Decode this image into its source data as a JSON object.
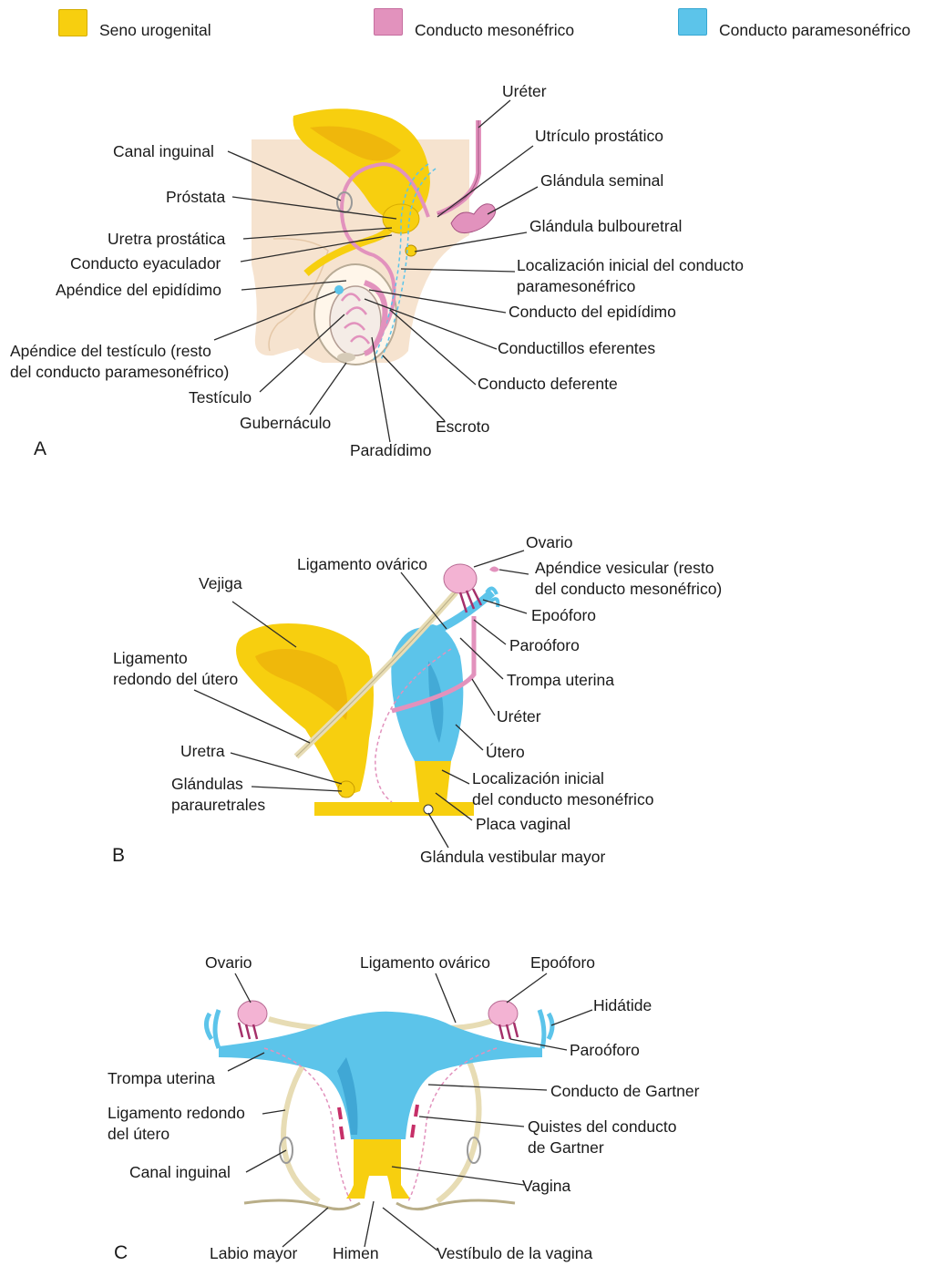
{
  "legend": {
    "items": [
      {
        "label": "Seno urogenital",
        "color": "#f7cf0f"
      },
      {
        "label": "Conducto mesonéfrico",
        "color": "#e292bd"
      },
      {
        "label": "Conducto paramesonéfrico",
        "color": "#5cc4ea"
      }
    ]
  },
  "colors": {
    "urogenital": "#f7cf0f",
    "mesonephric": "#e292bd",
    "paramesonephric": "#5cc4ea",
    "body": "#f6e3cf",
    "ligament": "#e7dcb4",
    "line": "#2b2b2b"
  },
  "panels": {
    "A": {
      "letter": "A",
      "labels": {
        "ureter": "Uréter",
        "utriculo": "Utrículo prostático",
        "glandula_seminal": "Glándula seminal",
        "bulbouretral": "Glándula bulbouretral",
        "localizacion_1": "Localización inicial del conducto",
        "localizacion_2": "paramesonéfrico",
        "conducto_epididimo": "Conducto del epidídimo",
        "conductillos": "Conductillos eferentes",
        "deferente": "Conducto deferente",
        "escroto": "Escroto",
        "paradidimo": "Paradídimo",
        "gubernaculo": "Gubernáculo",
        "testiculo": "Testículo",
        "apendice_testiculo_1": "Apéndice del testículo (resto",
        "apendice_testiculo_2": "del conducto paramesonéfrico)",
        "apendice_epididimo": "Apéndice del epidídimo",
        "eyaculador": "Conducto eyaculador",
        "uretra_prostatica": "Uretra prostática",
        "prostata": "Próstata",
        "canal_inguinal": "Canal inguinal"
      }
    },
    "B": {
      "letter": "B",
      "labels": {
        "ovario": "Ovario",
        "apendice_vesicular_1": "Apéndice vesicular (resto",
        "apendice_vesicular_2": "del conducto mesonéfrico)",
        "epooforo": "Epoóforo",
        "parooforo": "Paroóforo",
        "trompa": "Trompa uterina",
        "ureter": "Uréter",
        "utero": "Útero",
        "localizacion_1": "Localización inicial",
        "localizacion_2": "del conducto mesonéfrico",
        "placa": "Placa vaginal",
        "vestibular": "Glándula vestibular mayor",
        "ligamento_ovarico": "Ligamento ovárico",
        "vejiga": "Vejiga",
        "ligamento_redondo_1": "Ligamento",
        "ligamento_redondo_2": "redondo del útero",
        "uretra": "Uretra",
        "glandulas_1": "Glándulas",
        "glandulas_2": "parauretrales"
      }
    },
    "C": {
      "letter": "C",
      "labels": {
        "ovario": "Ovario",
        "ligamento_ovarico": "Ligamento ovárico",
        "epooforo": "Epoóforo",
        "hidatide": "Hidátide",
        "parooforo": "Paroóforo",
        "gartner": "Conducto de Gartner",
        "quistes_1": "Quistes del conducto",
        "quistes_2": "de Gartner",
        "vagina": "Vagina",
        "vestibulo": "Vestíbulo de la vagina",
        "himen": "Himen",
        "labio": "Labio mayor",
        "canal": "Canal inguinal",
        "ligamento_redondo_1": "Ligamento redondo",
        "ligamento_redondo_2": "del útero",
        "trompa": "Trompa uterina"
      }
    }
  }
}
